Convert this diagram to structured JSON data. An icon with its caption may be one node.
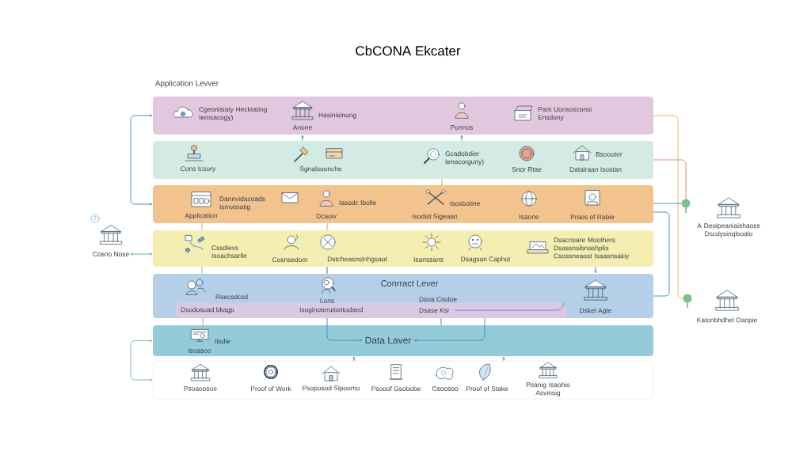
{
  "diagram": {
    "title": "CbCONA Ekcater",
    "nodes": [
      {
        "text": [
          "Application Levver",
          "Cgeonisiaty Hecktating Iemsacogy)",
          "Anone",
          "Hasinisinong",
          "Ponnos",
          "Pant Uonsosconsi Ensdony"
        ]
      },
      {
        "text": [
          "Cons Icsory",
          "Sgnalsoonche",
          "Gcadobdier Ienacorguny)",
          "Snor Rtae",
          "Bsoooter",
          "Datalraan Isostan"
        ]
      },
      {
        "text": [
          "Application",
          "Dannvidacoads Ismvisiatig",
          "Iasodc Ibolle",
          "Dcaoiv",
          "Isosbotine",
          "Isodsit Sigeaan",
          "Isaone",
          "Praos of Rabie"
        ]
      },
      {
        "text": [
          "Cssdievs Isoachsarlle",
          "Cosnsedom",
          "Dstcheasnslnhgsaot",
          "Isanssans",
          "Dsagsan Caphot",
          "Dsacnsare Moothers Dsassnsibnashplis Csossneaost Isaasnsakiy"
        ]
      },
      {
        "text": [
          "Conrract Lever",
          "Rsecsdcsd",
          "Dsodosoad bkagp",
          "Lons",
          "Isoginoterutisntodaed",
          "Dsoa Cisdoe",
          "Dsase Ksi",
          "Dskel Agte"
        ]
      },
      {
        "text": [
          "Itsdie",
          "Isoasoo",
          "Data Laver"
        ]
      },
      {
        "text": [
          "Psoaoosoe",
          "Proof of Work",
          "Psoposod Sipoomo",
          "Psooof Gsobobe",
          "Csoosoo",
          "Proof of Stake",
          "Psanig Isaohio Asvinsig"
        ]
      },
      {
        "text": [
          "Cosno Nose"
        ]
      },
      {
        "text": [
          "A Deolpeaniaishaoss Dscdysinqlsoalo"
        ]
      },
      {
        "text": [
          "Katonbhdhel Oanpie"
        ]
      },
      {
        "text": [],
        "shape": "circle"
      },
      {
        "text": [],
        "shape": "circle"
      }
    ],
    "edges": [
      {
        "from": 0,
        "to": 2,
        "arrow": "both"
      },
      {
        "from": 7,
        "to": 3,
        "arrow": "both",
        "color": "#5bbab2"
      },
      {
        "from": 1,
        "to": 0,
        "arrow": "to"
      },
      {
        "from": 1,
        "to": 0,
        "arrow": "to"
      },
      {
        "from": 1,
        "to": 2,
        "arrow": "none",
        "color": "#e3a24a"
      },
      {
        "from": 2,
        "to": 3,
        "arrow": "none",
        "color": "#b9b55e"
      },
      {
        "from": 2,
        "to": 3,
        "arrow": "none",
        "color": "#d9a24c"
      },
      {
        "from": 3,
        "to": 4,
        "arrow": "none",
        "color": "#7dbb8e"
      },
      {
        "from": 3,
        "to": 4,
        "arrow": "none",
        "color": "#56687a"
      },
      {
        "from": 3,
        "to": 4,
        "arrow": "to"
      },
      {
        "from": 4,
        "to": 5,
        "arrow": "none",
        "color": "#7dbb8e"
      },
      {
        "from": 4,
        "to": 5,
        "arrow": "to"
      },
      {
        "from": 4,
        "to": 5,
        "arrow": "none"
      },
      {
        "from": 4,
        "to": 5,
        "arrow": "to"
      },
      {
        "from": 6,
        "to": 5,
        "arrow": "to"
      },
      {
        "from": 6,
        "to": 5,
        "arrow": "to"
      },
      {
        "from": 5,
        "to": 6,
        "arrow": "both",
        "color": "#8cc48c"
      },
      {
        "from": 0,
        "to": 11,
        "arrow": "none",
        "color": "#e9bb62"
      },
      {
        "from": 1,
        "to": 10,
        "arrow": "none",
        "color": "#e38a78"
      },
      {
        "from": 2,
        "to": 10,
        "arrow": "none"
      },
      {
        "from": 4,
        "to": 2,
        "arrow": "none"
      }
    ]
  }
}
